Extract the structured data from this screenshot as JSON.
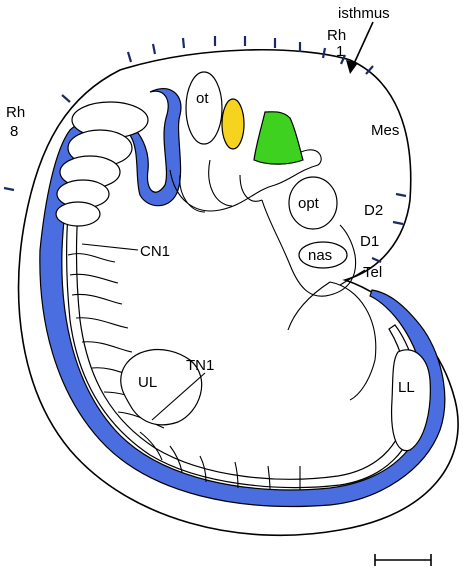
{
  "labels": {
    "isthmus": "isthmus",
    "rh1_a": "Rh",
    "rh1_b": "1",
    "rh8_a": "Rh",
    "rh8_b": "8",
    "ot": "ot",
    "mes": "Mes",
    "opt": "opt",
    "d2": "D2",
    "d1": "D1",
    "nas": "nas",
    "tel": "Tel",
    "cn1": "CN1",
    "tn1": "TN1",
    "ul": "UL",
    "ll": "LL"
  },
  "colors": {
    "neural_tube": "#4a6ee0",
    "otic_yellow": "#f5d31f",
    "green_region": "#3fd11f",
    "tick_marks": "#1b2a66"
  },
  "scale_bar": "scale-bar"
}
